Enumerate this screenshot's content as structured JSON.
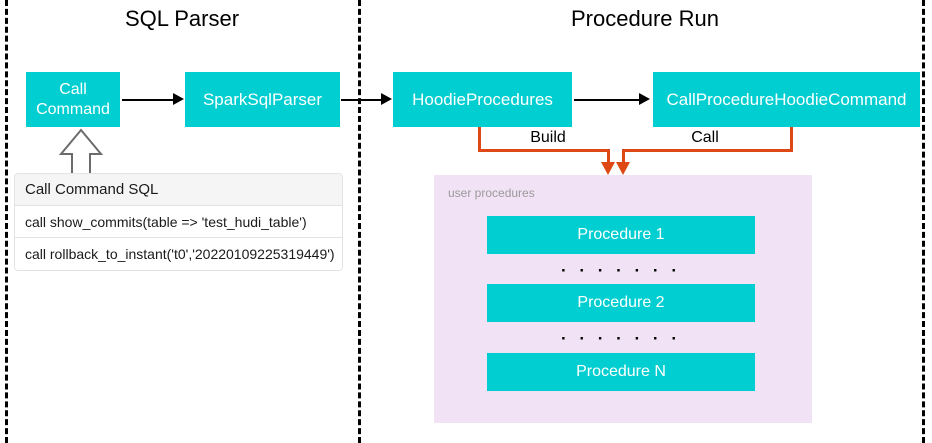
{
  "diagram": {
    "sections": [
      {
        "title": "SQL Parser"
      },
      {
        "title": "Procedure Run"
      }
    ],
    "nodes": {
      "call_command": "Call\nCommand",
      "call_command_line1": "Call",
      "call_command_line2": "Command",
      "spark_sql_parser": "SparkSqlParser",
      "hoodie_procedures": "HoodieProcedures",
      "call_procedure_hoodie_command": "CallProcedureHoodieCommand"
    },
    "edge_labels": {
      "build": "Build",
      "call": "Call"
    },
    "sql_table": {
      "header": "Call Command SQL",
      "rows": [
        "call show_commits(table => 'test_hudi_table')",
        "call rollback_to_instant('t0','20220109225319449')"
      ]
    },
    "procedures_panel": {
      "label": "user procedures",
      "items": [
        "Procedure 1",
        "Procedure 2",
        "Procedure N"
      ],
      "ellipsis": "· · · · · · ·"
    },
    "colors": {
      "node_fill": "#00CED1",
      "panel_fill": "#F2E2F5",
      "edge_accent": "#DD4814",
      "divider": "#000000"
    }
  }
}
